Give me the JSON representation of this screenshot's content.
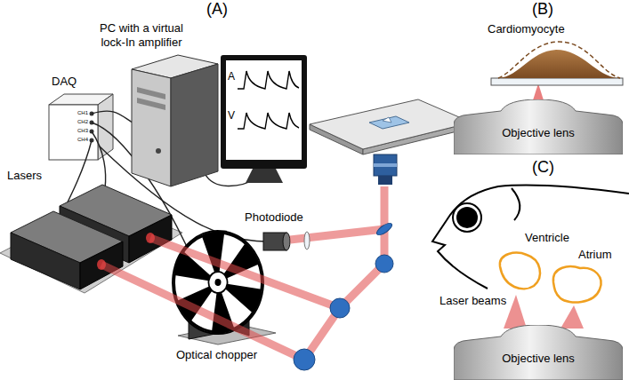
{
  "diagram": {
    "nodes": [
      {
        "text": [
          "Objective lens"
        ]
      },
      {
        "text": [
          "Objective lens"
        ]
      }
    ],
    "labels": [
      "(A)",
      "PC with a virtual lock-In amplifier",
      "DAQ",
      "CH1",
      "CH2",
      "CH3",
      "CH4",
      "A",
      "V",
      "Lasers",
      "Photodiode",
      "Optical chopper",
      "(B)",
      "Cardiomyocyte",
      "(C)",
      "Ventricle",
      "Atrium",
      "Laser beams"
    ]
  }
}
